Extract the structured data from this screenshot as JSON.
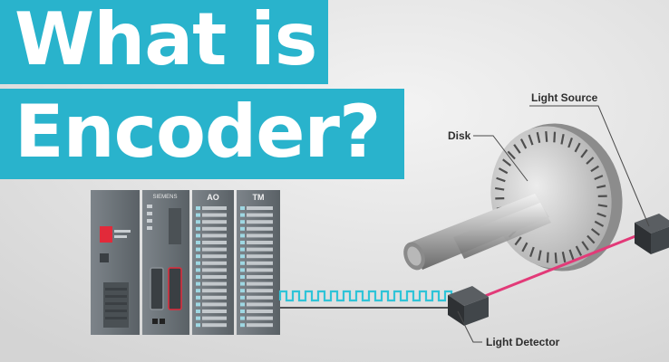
{
  "title": {
    "line1": "What is",
    "line2": "Encoder?"
  },
  "labels": {
    "disk": "Disk",
    "light_source": "Light Source",
    "light_detector": "Light Detector"
  },
  "plc": {
    "module_ao_label": "AO",
    "module_tm_label": "TM",
    "brand_text": "SIEMENS"
  },
  "colors": {
    "accent": "#29b3cc",
    "signal": "#2fc4d8",
    "beam": "#e23a78",
    "status_red": "#e22a3a"
  }
}
